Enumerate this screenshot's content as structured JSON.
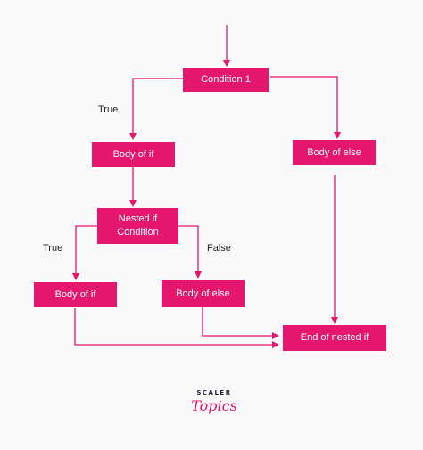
{
  "colors": {
    "node_fill": "#e5166d",
    "node_text": "#ffffff",
    "connector": "#e5166d",
    "label_text": "#222222",
    "background": "#f9f9f9"
  },
  "nodes": {
    "condition_1": "Condition 1",
    "body_of_if_outer": "Body of if",
    "body_of_else_outer": "Body of else",
    "nested_if_condition": "Nested if\nCondition",
    "body_of_if_inner": "Body of if",
    "body_of_else_inner": "Body of else",
    "end_of_nested_if": "End of nested if"
  },
  "edge_labels": {
    "outer_true": "True",
    "inner_true": "True",
    "inner_false": "False"
  },
  "logo": {
    "top": "SCALER",
    "bottom": "Topics"
  }
}
